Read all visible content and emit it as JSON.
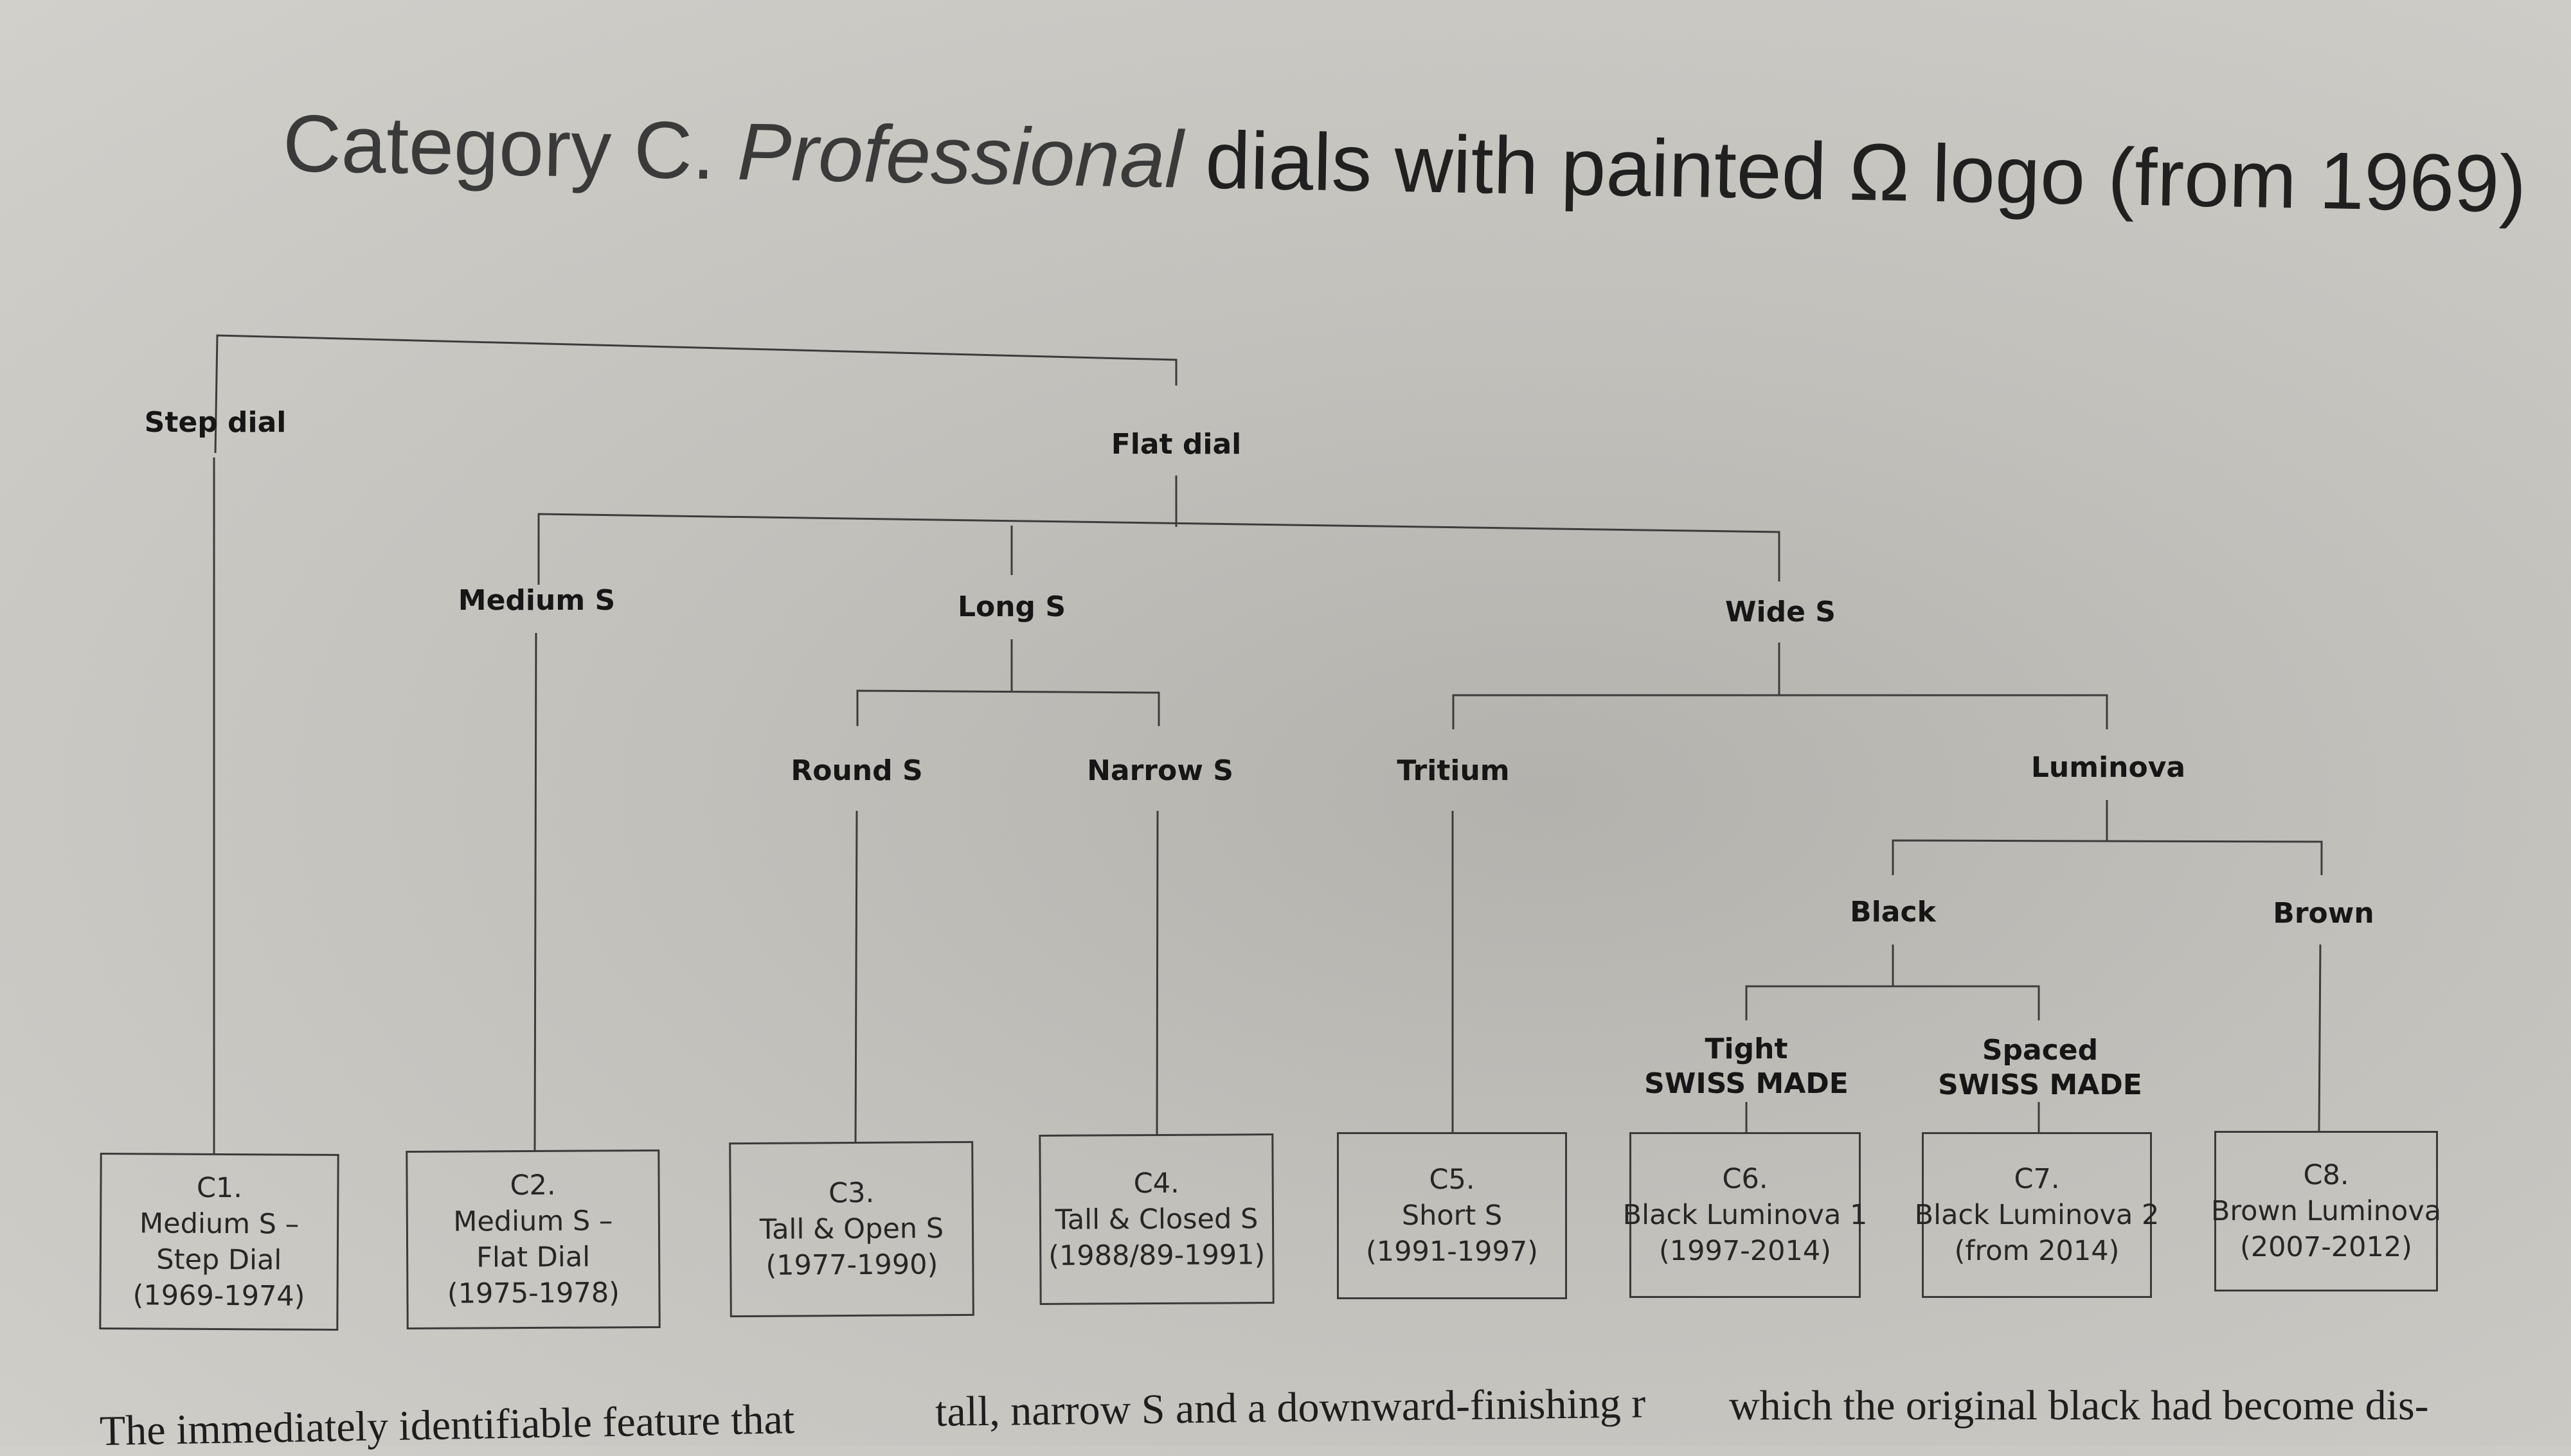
{
  "title": {
    "prefix": "Category C.",
    "italic": "Professional",
    "rest": "dials with painted Ω logo (from 1969)"
  },
  "nodes": {
    "step_dial": "Step dial",
    "flat_dial": "Flat dial",
    "medium_s": "Medium S",
    "long_s": "Long S",
    "wide_s": "Wide S",
    "round_s": "Round S",
    "narrow_s": "Narrow S",
    "tritium": "Tritium",
    "luminova": "Luminova",
    "black": "Black",
    "brown": "Brown",
    "tight_1": "Tight",
    "tight_2": "SWISS MADE",
    "spaced_1": "Spaced",
    "spaced_2": "SWISS MADE"
  },
  "boxes": [
    {
      "code": "C1.",
      "lines": [
        "Medium S –",
        "Step Dial",
        "(1969-1974)"
      ]
    },
    {
      "code": "C2.",
      "lines": [
        "Medium S –",
        "Flat Dial",
        "(1975-1978)"
      ]
    },
    {
      "code": "C3.",
      "lines": [
        "Tall & Open S",
        "(1977-1990)"
      ]
    },
    {
      "code": "C4.",
      "lines": [
        "Tall & Closed S",
        "(1988/89-1991)"
      ]
    },
    {
      "code": "C5.",
      "lines": [
        "Short S",
        "(1991-1997)"
      ]
    },
    {
      "code": "C6.",
      "lines": [
        "Black Luminova 1",
        "(1997-2014)"
      ]
    },
    {
      "code": "C7.",
      "lines": [
        "Black Luminova 2",
        "(from 2014)"
      ]
    },
    {
      "code": "C8.",
      "lines": [
        "Brown Luminova",
        "(2007-2012)"
      ]
    }
  ],
  "body_text": [
    "The immediately identifiable feature that",
    "tall, narrow S and a downward-finishing r",
    "which the original black had become dis-"
  ]
}
